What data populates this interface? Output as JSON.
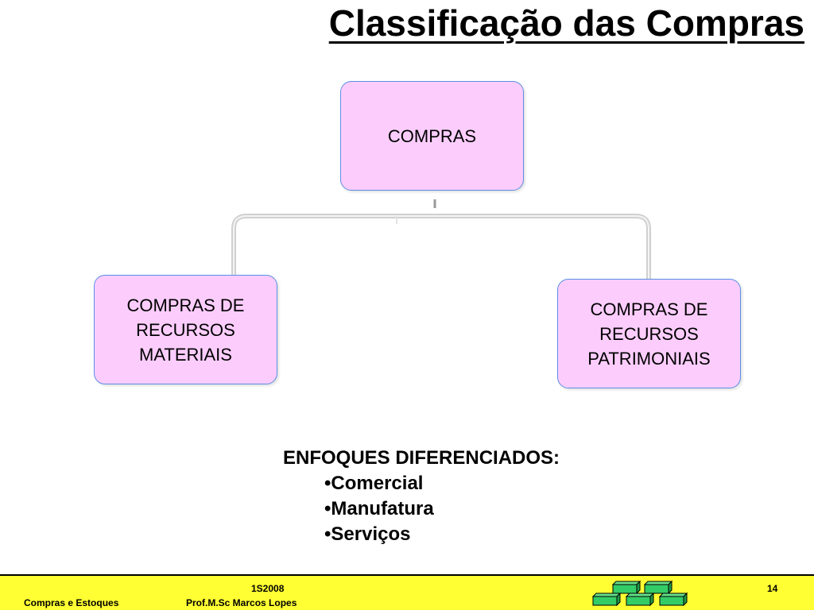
{
  "title": "Classificação das Compras",
  "diagram": {
    "root": "COMPRAS",
    "children": [
      {
        "label": "COMPRAS DE\nRECURSOS\nMATERIAIS"
      },
      {
        "label": "COMPRAS DE\nRECURSOS\nPATRIMONIAIS"
      }
    ]
  },
  "approaches": {
    "heading": "ENFOQUES DIFERENCIADOS:",
    "items": [
      "Comercial",
      "Manufatura",
      "Serviços"
    ]
  },
  "footer": {
    "course": "Compras e Estoques",
    "term": "1S2008",
    "professor": "Prof.M.Sc Marcos Lopes",
    "page_number": "14",
    "logo_icon": "green-blocks-logo",
    "background_color": "#ffff33"
  },
  "colors": {
    "node_fill": "#fccdfc",
    "node_border": "#5b8fe6",
    "connector": "#cfcfcf",
    "logo_green": "#33cc66"
  }
}
